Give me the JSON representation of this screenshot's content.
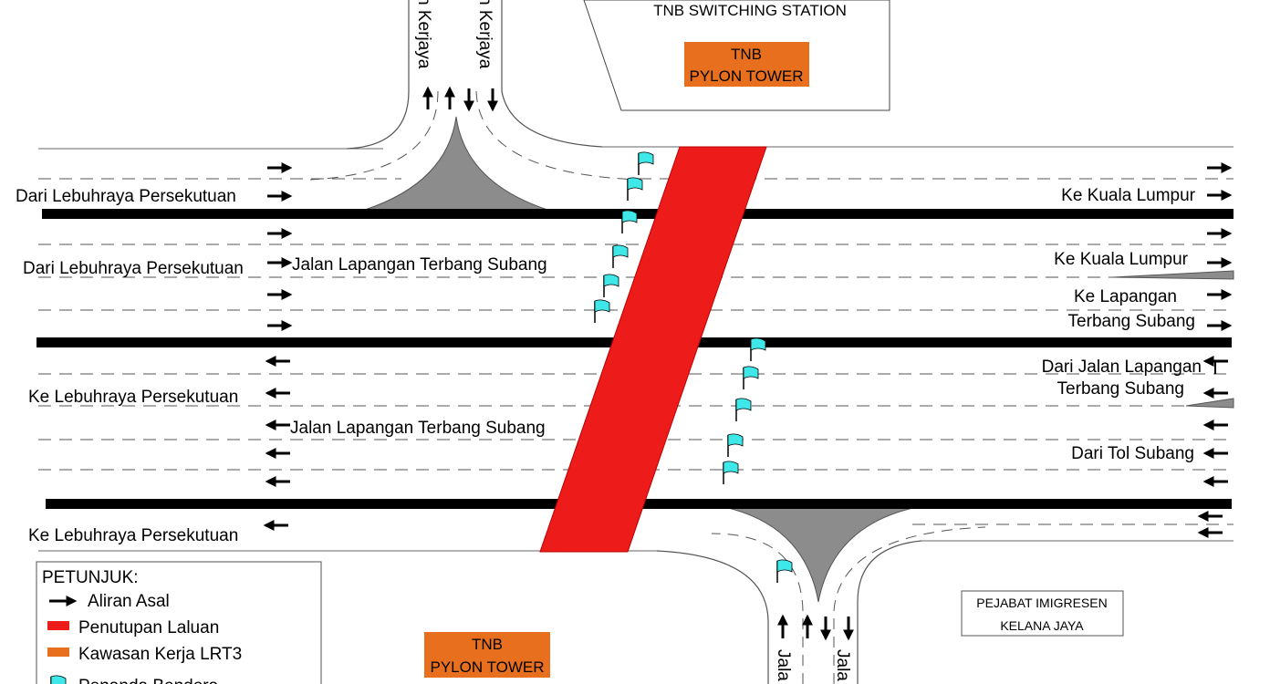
{
  "station": {
    "title": "TNB SWITCHING STATION"
  },
  "pylon_top": {
    "line1": "TNB",
    "line2": "PYLON TOWER"
  },
  "pylon_bottom": {
    "line1": "TNB",
    "line2": "PYLON TOWER"
  },
  "immigration": {
    "line1": "PEJABAT IMIGRESEN",
    "line2": "KELANA JAYA"
  },
  "side_roads": {
    "top_left": "n Kerjaya",
    "top_right": "n Kerjaya",
    "bottom_left": "Jala",
    "bottom_right": "Jala"
  },
  "labels_left": {
    "dari_1": "Dari Lebuhraya Persekutuan",
    "dari_2": "Dari Lebuhraya Persekutuan",
    "jalan_1": "Jalan Lapangan Terbang Subang",
    "ke_1": "Ke Lebuhraya Persekutuan",
    "jalan_2": "Jalan Lapangan Terbang Subang",
    "ke_2": "Ke Lebuhraya Persekutuan"
  },
  "labels_right": {
    "kl_1": "Ke Kuala Lumpur",
    "kl_2": "Ke Kuala Lumpur",
    "lap_1a": "Ke Lapangan",
    "lap_1b": "Terbang Subang",
    "dari_jalan_a": "Dari Jalan Lapangan",
    "dari_jalan_b": "Terbang Subang",
    "tol": "Dari Tol Subang"
  },
  "legend": {
    "title": "PETUNJUK:",
    "items": [
      {
        "label": "Aliran Asal",
        "symbol": "arrow"
      },
      {
        "label": "Penutupan Laluan",
        "symbol": "red-bar"
      },
      {
        "label": "Kawasan Kerja LRT3",
        "symbol": "orange-bar"
      },
      {
        "label": "Penanda Bendera",
        "symbol": "flag"
      }
    ]
  },
  "colors": {
    "closure": "#ee1b1b",
    "work_area": "#e86f1e",
    "flag": "#3ee8e8",
    "median": "#8c8c8c"
  }
}
